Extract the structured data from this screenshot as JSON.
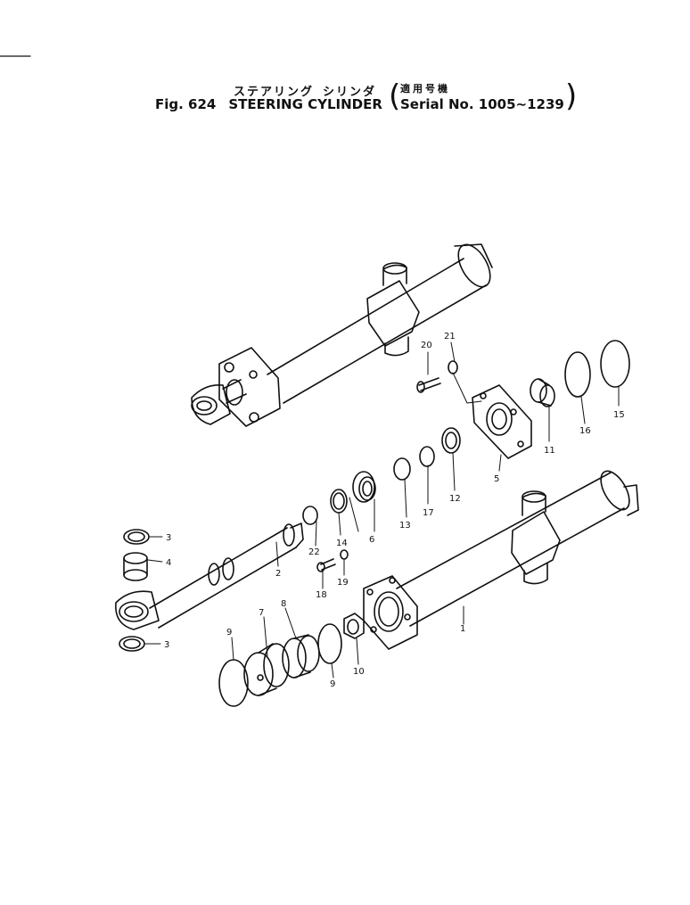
{
  "title": {
    "figure": "Fig. 624",
    "japanese_a": "ステアリング",
    "japanese_b": "シリンダ",
    "english": "STEERING CYLINDER",
    "applicability_jp": "適用号機",
    "serial": "Serial No. 1005∼1239"
  },
  "parts": [
    {
      "id": "1",
      "label": "1"
    },
    {
      "id": "2",
      "label": "2"
    },
    {
      "id": "3a",
      "label": "3"
    },
    {
      "id": "3b",
      "label": "3"
    },
    {
      "id": "4",
      "label": "4"
    },
    {
      "id": "5",
      "label": "5"
    },
    {
      "id": "6",
      "label": "6"
    },
    {
      "id": "7",
      "label": "7"
    },
    {
      "id": "8",
      "label": "8"
    },
    {
      "id": "9a",
      "label": "9"
    },
    {
      "id": "9b",
      "label": "9"
    },
    {
      "id": "10",
      "label": "10"
    },
    {
      "id": "11",
      "label": "11"
    },
    {
      "id": "12",
      "label": "12"
    },
    {
      "id": "13",
      "label": "13"
    },
    {
      "id": "14",
      "label": "14"
    },
    {
      "id": "15",
      "label": "15"
    },
    {
      "id": "16",
      "label": "16"
    },
    {
      "id": "17",
      "label": "17"
    },
    {
      "id": "18",
      "label": "18"
    },
    {
      "id": "19",
      "label": "19"
    },
    {
      "id": "20",
      "label": "20"
    },
    {
      "id": "21",
      "label": "21"
    },
    {
      "id": "22",
      "label": "22"
    }
  ]
}
